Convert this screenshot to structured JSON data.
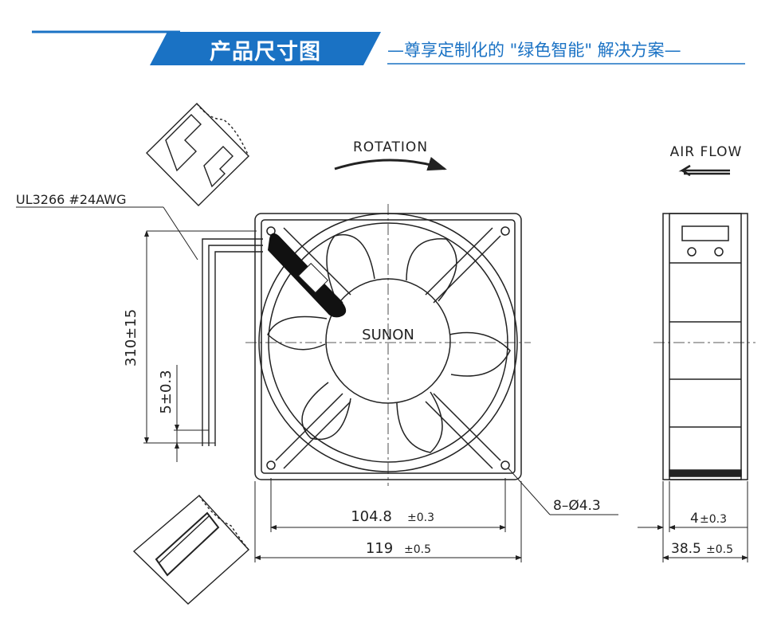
{
  "header": {
    "title": "产品尺寸图",
    "subtitle": "—尊享定制化的 \"绿色智能\" 解决方案—",
    "accent_color": "#1a72c4"
  },
  "drawing": {
    "wire_spec": "UL3266  #24AWG",
    "rotation_label": "ROTATION",
    "air_flow_label": "AIR FLOW",
    "brand": "SUNON",
    "dim_lead_length": "310±15",
    "dim_strip_length": "5±0.3",
    "dim_hole_pitch": "104.8",
    "dim_hole_pitch_tol": "±0.3",
    "dim_frame_width": "119",
    "dim_frame_width_tol": "±0.5",
    "dim_holes": "8–Ø4.3",
    "dim_flange": "4",
    "dim_flange_tol": "±0.3",
    "dim_depth": "38.5",
    "dim_depth_tol": "±0.5"
  },
  "icons": {
    "rotation_arrow": "curved-arrow-icon",
    "air_flow_arrow": "left-arrow-icon"
  }
}
